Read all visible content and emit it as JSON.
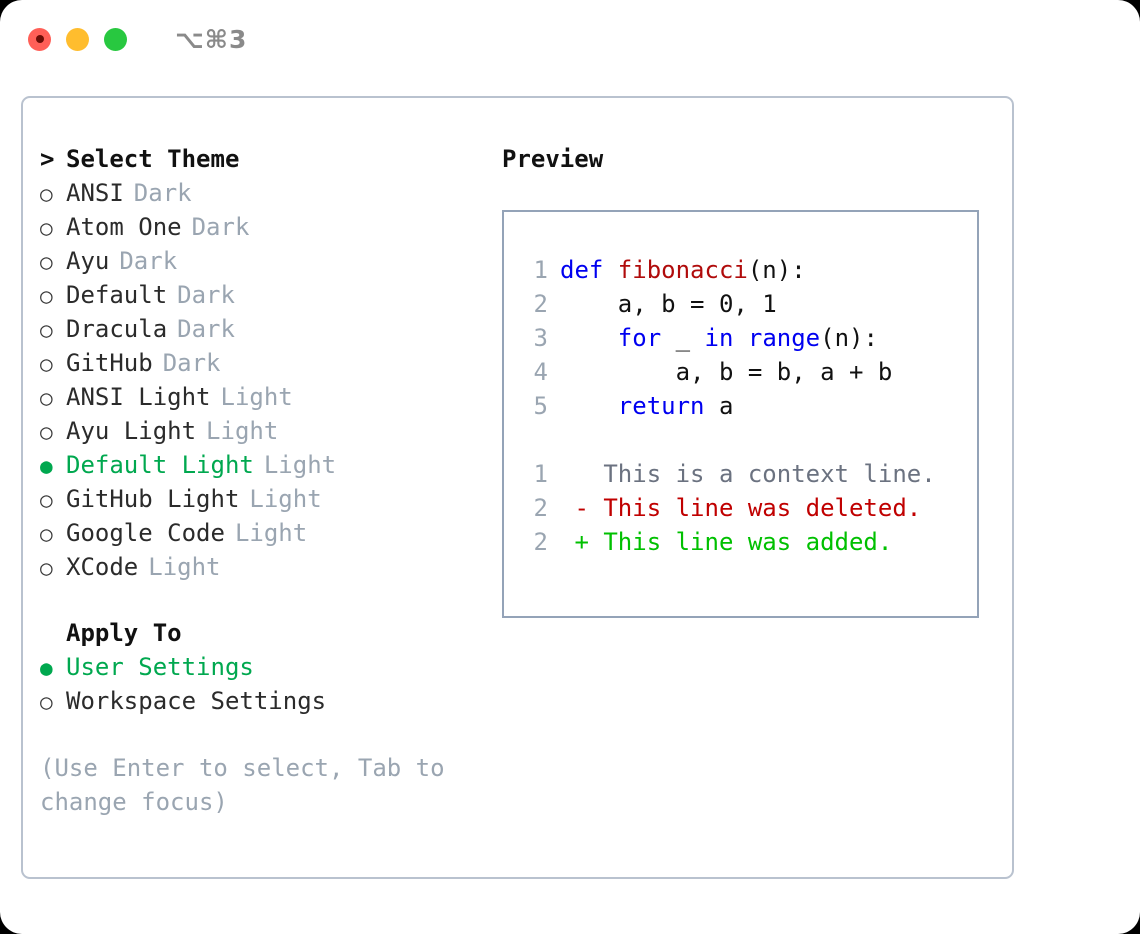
{
  "window": {
    "shortcut": "⌥⌘3",
    "traffic_lights": [
      {
        "name": "close",
        "color": "#ff5f57"
      },
      {
        "name": "minimize",
        "color": "#ffbd2e"
      },
      {
        "name": "maximize",
        "color": "#28c840"
      }
    ]
  },
  "theme_list": {
    "header_marker": ">",
    "header": "Select Theme",
    "unselected_marker": "○",
    "selected_marker": "●",
    "items": [
      {
        "name": "ANSI",
        "variant": "Dark",
        "selected": false
      },
      {
        "name": "Atom One",
        "variant": "Dark",
        "selected": false
      },
      {
        "name": "Ayu",
        "variant": "Dark",
        "selected": false
      },
      {
        "name": "Default",
        "variant": "Dark",
        "selected": false
      },
      {
        "name": "Dracula",
        "variant": "Dark",
        "selected": false
      },
      {
        "name": "GitHub",
        "variant": "Dark",
        "selected": false
      },
      {
        "name": "ANSI Light",
        "variant": "Light",
        "selected": false
      },
      {
        "name": "Ayu Light",
        "variant": "Light",
        "selected": false
      },
      {
        "name": "Default Light",
        "variant": "Light",
        "selected": true
      },
      {
        "name": "GitHub Light",
        "variant": "Light",
        "selected": false
      },
      {
        "name": "Google Code",
        "variant": "Light",
        "selected": false
      },
      {
        "name": "XCode",
        "variant": "Light",
        "selected": false
      }
    ]
  },
  "apply_to": {
    "header": "Apply To",
    "items": [
      {
        "name": "User Settings",
        "selected": true
      },
      {
        "name": "Workspace Settings",
        "selected": false
      }
    ]
  },
  "hint": "(Use Enter to select, Tab to change focus)",
  "preview": {
    "title": "Preview",
    "code_lines": [
      {
        "number": "1",
        "tokens": [
          {
            "text": "def ",
            "type": "kw"
          },
          {
            "text": "fibonacci",
            "type": "fn"
          },
          {
            "text": "(n):",
            "type": "plain"
          }
        ]
      },
      {
        "number": "2",
        "tokens": [
          {
            "text": "    a, b = 0, 1",
            "type": "plain"
          }
        ]
      },
      {
        "number": "3",
        "tokens": [
          {
            "text": "    ",
            "type": "plain"
          },
          {
            "text": "for",
            "type": "kw"
          },
          {
            "text": " _ ",
            "type": "plain"
          },
          {
            "text": "in",
            "type": "kw"
          },
          {
            "text": " ",
            "type": "plain"
          },
          {
            "text": "range",
            "type": "kw"
          },
          {
            "text": "(n):",
            "type": "plain"
          }
        ]
      },
      {
        "number": "4",
        "tokens": [
          {
            "text": "        a, b = b, a + b",
            "type": "plain"
          }
        ]
      },
      {
        "number": "5",
        "tokens": [
          {
            "text": "    ",
            "type": "plain"
          },
          {
            "text": "return",
            "type": "kw"
          },
          {
            "text": " a",
            "type": "plain"
          }
        ]
      }
    ],
    "diff_lines": [
      {
        "number": "1",
        "sign": " ",
        "text": "This is a context line.",
        "type": "context"
      },
      {
        "number": "2",
        "sign": "-",
        "text": "This line was deleted.",
        "type": "deleted"
      },
      {
        "number": "2",
        "sign": "+",
        "text": "This line was added.",
        "type": "added"
      }
    ]
  },
  "colors": {
    "accent_green": "#00a84f",
    "muted": "#9aa5b1",
    "keyword_blue": "#0000f0",
    "function_red": "#b00b0b",
    "diff_deleted": "#c00000",
    "diff_added": "#00c000",
    "panel_border": "#b9c2cf",
    "preview_border": "#94a3b8"
  }
}
